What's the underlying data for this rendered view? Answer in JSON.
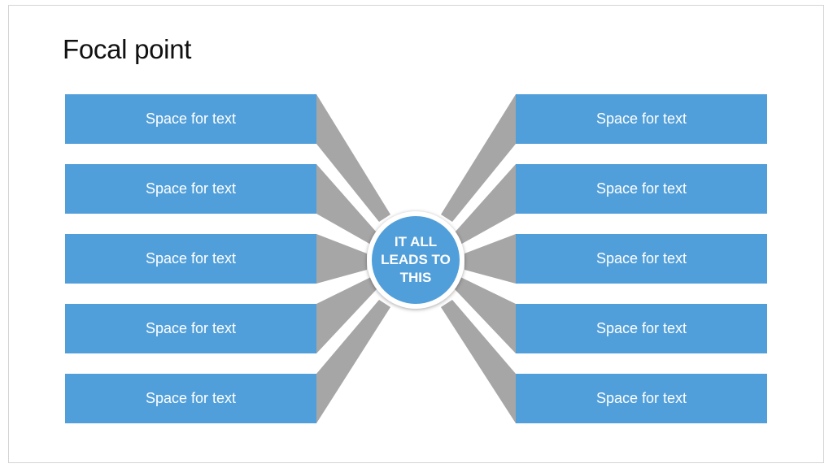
{
  "title": "Focal point",
  "center_label": "IT ALL LEADS TO THIS",
  "left_boxes": [
    "Space for text",
    "Space for text",
    "Space for text",
    "Space for text",
    "Space for text"
  ],
  "right_boxes": [
    "Space for text",
    "Space for text",
    "Space for text",
    "Space for text",
    "Space for text"
  ],
  "colors": {
    "box": "#519fda",
    "ray": "#a6a6a6",
    "hub_ring": "#ffffff"
  }
}
